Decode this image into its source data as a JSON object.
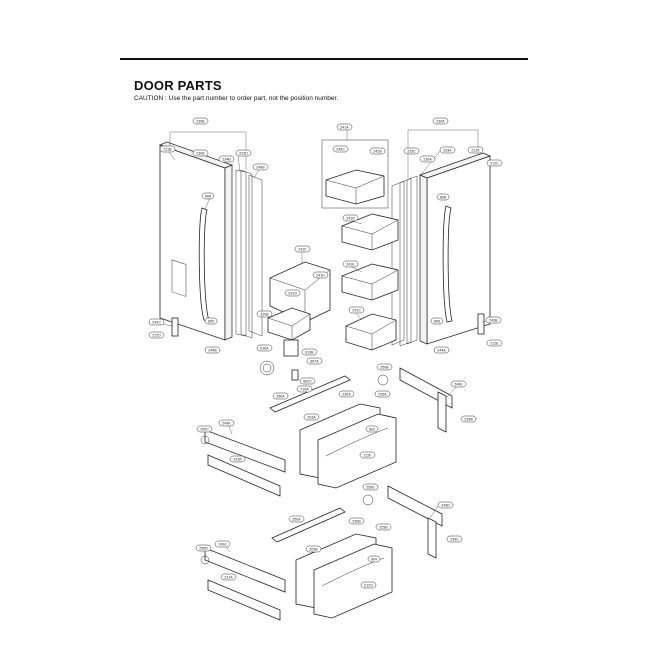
{
  "document": {
    "title": "DOOR PARTS",
    "caution": "CAUTION : Use the part number to order part, not the position number."
  },
  "callouts": [
    {
      "id": "c-230b",
      "text": "230B"
    },
    {
      "id": "c-211b",
      "text": "211B"
    },
    {
      "id": "c-230b2",
      "text": "230B"
    },
    {
      "id": "c-234b",
      "text": "234B"
    },
    {
      "id": "c-233d",
      "text": "233D"
    },
    {
      "id": "c-249b",
      "text": "249B"
    },
    {
      "id": "c-808",
      "text": "808"
    },
    {
      "id": "c-243c",
      "text": "243C"
    },
    {
      "id": "c-212d",
      "text": "212D"
    },
    {
      "id": "c-805",
      "text": "805"
    },
    {
      "id": "c-244b",
      "text": "244B"
    },
    {
      "id": "c-241a",
      "text": "241A"
    },
    {
      "id": "c-249c",
      "text": "249C"
    },
    {
      "id": "c-241b",
      "text": "241B"
    },
    {
      "id": "c-241d",
      "text": "241D"
    },
    {
      "id": "c-241e",
      "text": "241E"
    },
    {
      "id": "c-241c",
      "text": "241C"
    },
    {
      "id": "c-241f",
      "text": "241F"
    },
    {
      "id": "c-241g",
      "text": "241G"
    },
    {
      "id": "c-241h",
      "text": "241H"
    },
    {
      "id": "c-230a",
      "text": "230A"
    },
    {
      "id": "c-233c",
      "text": "233C"
    },
    {
      "id": "c-230a2",
      "text": "230A"
    },
    {
      "id": "c-233a",
      "text": "233A"
    },
    {
      "id": "c-211a",
      "text": "211A"
    },
    {
      "id": "c-212c",
      "text": "212C"
    },
    {
      "id": "c-808b",
      "text": "808"
    },
    {
      "id": "c-805b",
      "text": "805"
    },
    {
      "id": "c-243b",
      "text": "243B"
    },
    {
      "id": "c-244a",
      "text": "244A"
    },
    {
      "id": "c-212e",
      "text": "212E"
    },
    {
      "id": "c-310b",
      "text": "310B"
    },
    {
      "id": "c-616a",
      "text": "616A"
    },
    {
      "id": "c-613b",
      "text": "613B"
    },
    {
      "id": "c-667a",
      "text": "667A"
    },
    {
      "id": "c-662c",
      "text": "662C"
    },
    {
      "id": "c-710a",
      "text": "710A"
    },
    {
      "id": "c-250b",
      "text": "250B"
    },
    {
      "id": "c-249e",
      "text": "249E"
    },
    {
      "id": "c-239b",
      "text": "239B"
    },
    {
      "id": "c-250a",
      "text": "250A"
    },
    {
      "id": "c-230a3",
      "text": "230A"
    },
    {
      "id": "c-225a",
      "text": "225A"
    },
    {
      "id": "c-203a",
      "text": "203A"
    },
    {
      "id": "c-802",
      "text": "802"
    },
    {
      "id": "c-212f",
      "text": "212F"
    },
    {
      "id": "c-250c",
      "text": "250C"
    },
    {
      "id": "c-249k",
      "text": "249K"
    },
    {
      "id": "c-231b",
      "text": "231B"
    },
    {
      "id": "c-250e",
      "text": "250E"
    },
    {
      "id": "c-249d",
      "text": "249D"
    },
    {
      "id": "c-239c",
      "text": "239C"
    },
    {
      "id": "c-250a2",
      "text": "250A"
    },
    {
      "id": "c-230b3",
      "text": "230B"
    },
    {
      "id": "c-225b",
      "text": "225B"
    },
    {
      "id": "c-203b",
      "text": "203B"
    },
    {
      "id": "c-804",
      "text": "804"
    },
    {
      "id": "c-212g",
      "text": "212G"
    },
    {
      "id": "c-250d",
      "text": "250D"
    },
    {
      "id": "c-249j",
      "text": "249J"
    },
    {
      "id": "c-231a",
      "text": "231A"
    }
  ]
}
